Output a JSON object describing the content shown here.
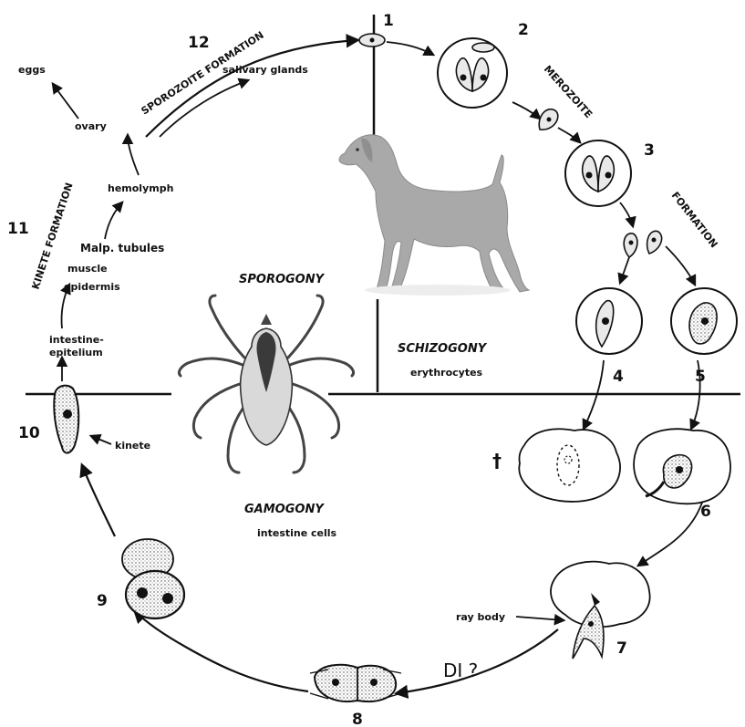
{
  "stages": {
    "s1": "1",
    "s2": "2",
    "s3": "3",
    "s4": "4",
    "s5": "5",
    "s6": "6",
    "s7": "7",
    "s8": "8",
    "s9": "9",
    "s10": "10",
    "s11": "11",
    "s12": "12"
  },
  "labels": {
    "merozoite": "MEROZOITE",
    "formation": "FORMATION",
    "sporozoite_formation": "SPOROZOITE FORMATION",
    "kinete_formation": "KINETE FORMATION",
    "salivary_glands": "salivary glands",
    "eggs": "eggs",
    "ovary": "ovary",
    "hemolymph": "hemolymph",
    "malp_tubules": "Malp. tubules",
    "muscle": "muscle",
    "epidermis": "epidermis",
    "intestine_line1": "intestine-",
    "intestine_line2": "epitelium",
    "kinete": "kinete",
    "ray_body": "ray body",
    "di": "DI ?",
    "dagger": "†"
  },
  "phases": {
    "sporogony": "SPOROGONY",
    "schizogony": "SCHIZOGONY",
    "schizogony_sub": "erythrocytes",
    "gamogony": "GAMOGONY",
    "gamogony_sub": "intestine cells"
  },
  "images": {
    "dog": "dog-figure",
    "tick": "tick-figure"
  }
}
